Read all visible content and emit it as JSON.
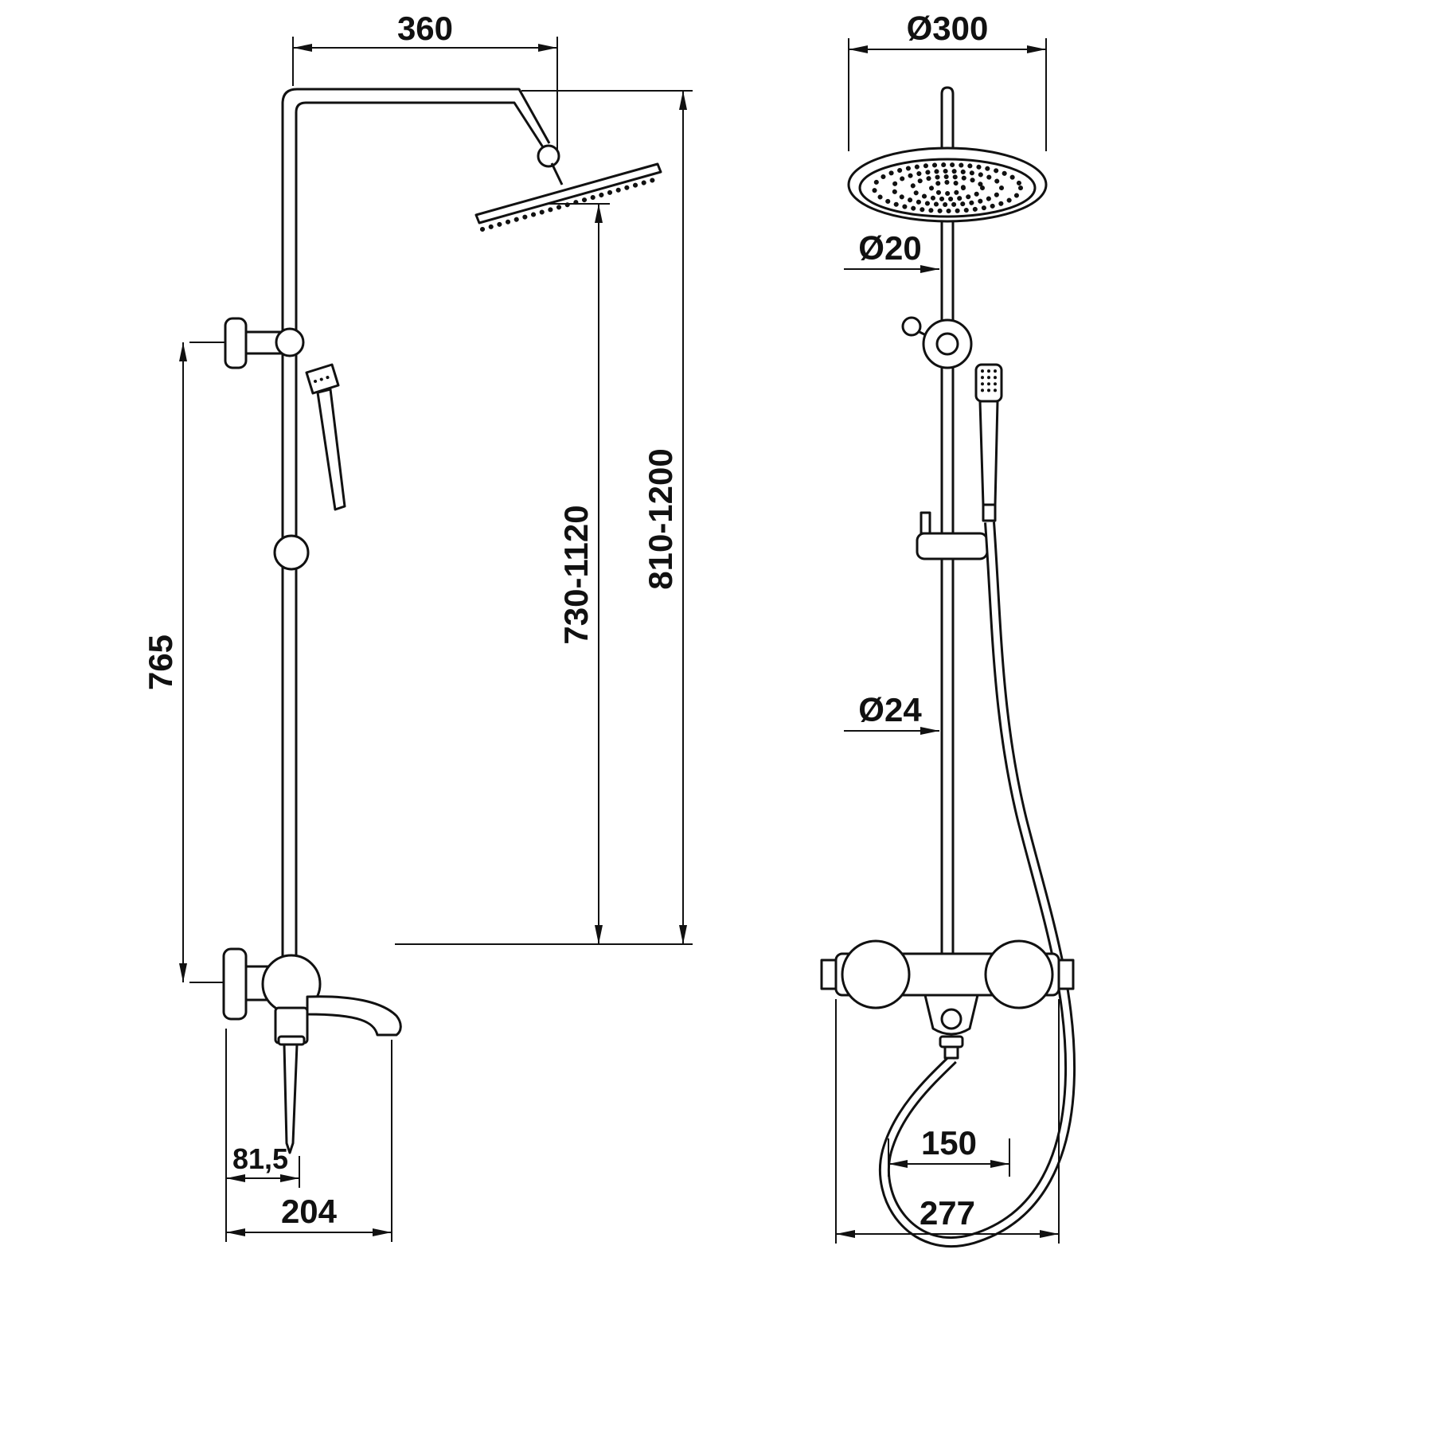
{
  "side": {
    "arm_reach": "360",
    "wall_bracket_span": "765",
    "head_to_outlet_range": "730-1120",
    "overall_height_range": "810-1200",
    "handle_offset": "81,5",
    "spout_reach": "204"
  },
  "front": {
    "head_diameter": "Ø300",
    "upper_pipe_diameter": "Ø20",
    "riser_pipe_diameter": "Ø24",
    "inlet_spacing": "150",
    "mixer_width": "277"
  }
}
